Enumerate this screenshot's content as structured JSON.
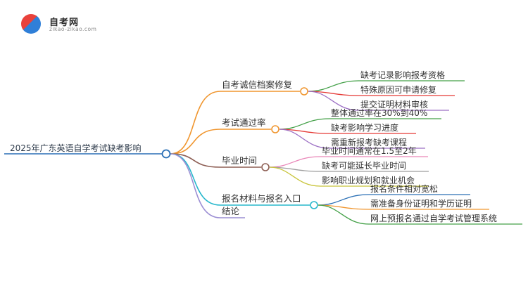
{
  "logo": {
    "title": "自考网",
    "domain": "zikao-zikao.com",
    "icon": "graduation-cap-icon"
  },
  "root": {
    "label": "2025年广东英语自学考试缺考影响",
    "color": "#2a6fb5"
  },
  "branches": [
    {
      "label": "自考诚信档案修复",
      "color": "#f0962f",
      "leaves": [
        {
          "label": "缺考记录影响报考资格",
          "color": "#43a047"
        },
        {
          "label": "特殊原因可申请修复",
          "color": "#e53935"
        },
        {
          "label": "提交证明材料审核",
          "color": "#9c6fc4"
        }
      ]
    },
    {
      "label": "考试通过率",
      "color": "#f0962f",
      "leaves": [
        {
          "label": "整体通过率在30%到40%",
          "color": "#43a047"
        },
        {
          "label": "缺考影响学习进度",
          "color": "#e53935"
        },
        {
          "label": "需重新报考缺考课程",
          "color": "#9c6fc4"
        }
      ]
    },
    {
      "label": "毕业时间",
      "color": "#8d5e54",
      "leaves": [
        {
          "label": "毕业时间通常在1.5至2年",
          "color": "#e986b8"
        },
        {
          "label": "缺考可能延长毕业时间",
          "color": "#9e9e9e"
        },
        {
          "label": "影响职业规划和就业机会",
          "color": "#c8c43a"
        }
      ]
    },
    {
      "label": "报名材料与报名入口",
      "color": "#26b7cc",
      "leaves": [
        {
          "label": "报名条件相对宽松",
          "color": "#2a6fb5"
        },
        {
          "label": "需准备身份证明和学历证明",
          "color": "#f0962f"
        },
        {
          "label": "网上预报名通过自学考试管理系统",
          "color": "#43a047"
        }
      ]
    },
    {
      "label": "结论",
      "color": "#9c8fd4",
      "leaves": []
    }
  ]
}
